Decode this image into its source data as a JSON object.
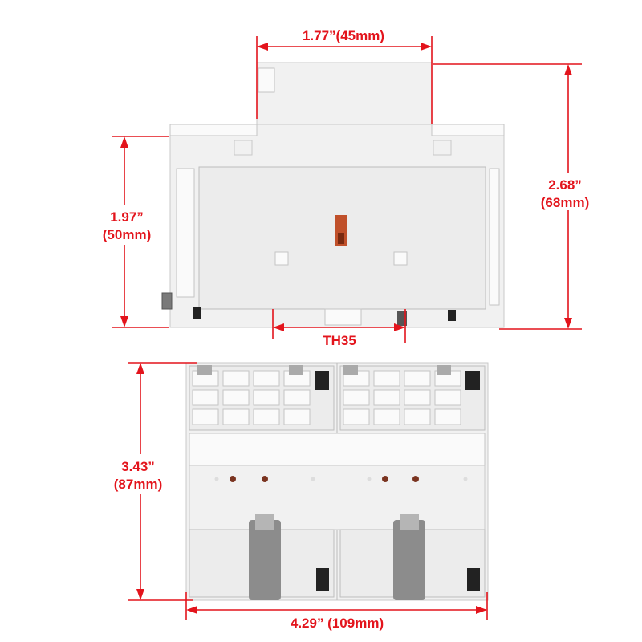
{
  "colors": {
    "dimension": "#e3141c",
    "body": "#f1f1f1",
    "indicator": "#c0502a"
  },
  "dimensions": {
    "top_width": "1.77”(45mm)",
    "right_height_in": "2.68”",
    "right_height_mm": "(68mm)",
    "left_height_in": "1.97”",
    "left_height_mm": "(50mm)",
    "rail": "TH35",
    "front_height_in": "3.43”",
    "front_height_mm": "(87mm)",
    "front_width": "4.29” (109mm)"
  }
}
